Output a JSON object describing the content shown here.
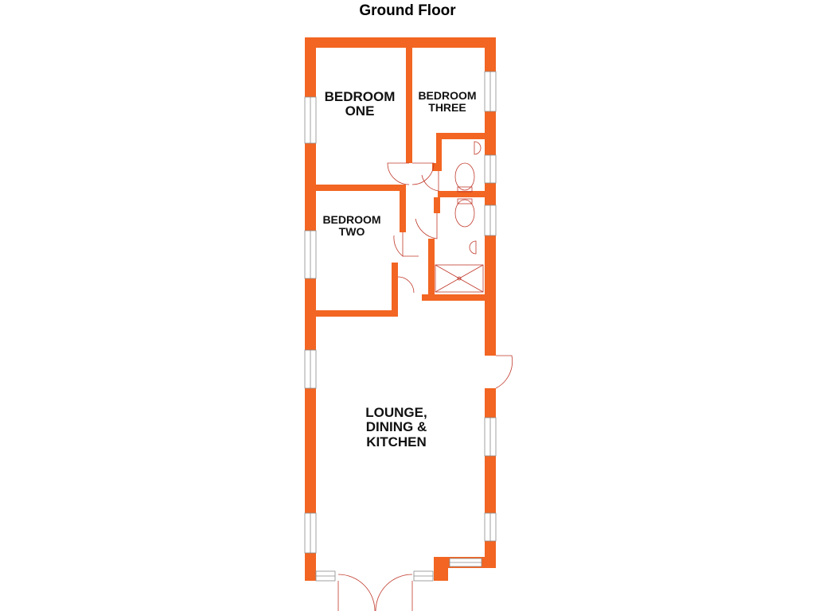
{
  "floor_title": "Ground Floor",
  "rooms": [
    {
      "id": "bedroom-one",
      "label": "BEDROOM\nONE"
    },
    {
      "id": "bedroom-three",
      "label": "BEDROOM\nTHREE"
    },
    {
      "id": "bedroom-two",
      "label": "BEDROOM\nTWO"
    },
    {
      "id": "lounge-dining-kitchen",
      "label": "LOUNGE,\nDINING &\nKITCHEN"
    }
  ],
  "colors": {
    "wall": "#F26522",
    "fixture_line": "#C0392B",
    "background": "#ffffff"
  }
}
